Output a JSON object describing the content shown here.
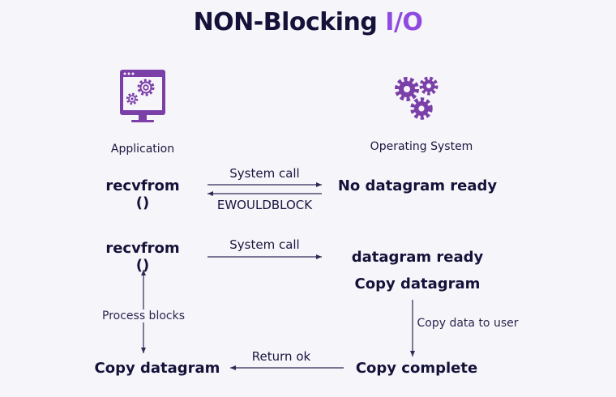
{
  "title": {
    "main": "NON-Blocking ",
    "accent": "I/O"
  },
  "actors": {
    "application": "Application",
    "operating_system": "Operating System"
  },
  "icons": {
    "application": "monitor-gears-icon",
    "operating_system": "gears-icon"
  },
  "colors": {
    "accent": "#8f4be0",
    "icon": "#7b3fa8",
    "text": "#15123a",
    "arrow": "#2e2a55"
  },
  "steps": {
    "row1": {
      "call": "recvfrom ()",
      "request": "System call",
      "response": "EWOULDBLOCK",
      "os_state": "No datagram ready"
    },
    "row2": {
      "call": "recvfrom ()",
      "request": "System call",
      "os_state_1": "datagram ready",
      "os_state_2": "Copy datagram"
    },
    "blocking": {
      "label": "Process blocks"
    },
    "copy": {
      "label": "Copy data to user"
    },
    "row3": {
      "app_state": "Copy datagram",
      "response": "Return ok",
      "os_state": "Copy complete"
    }
  }
}
